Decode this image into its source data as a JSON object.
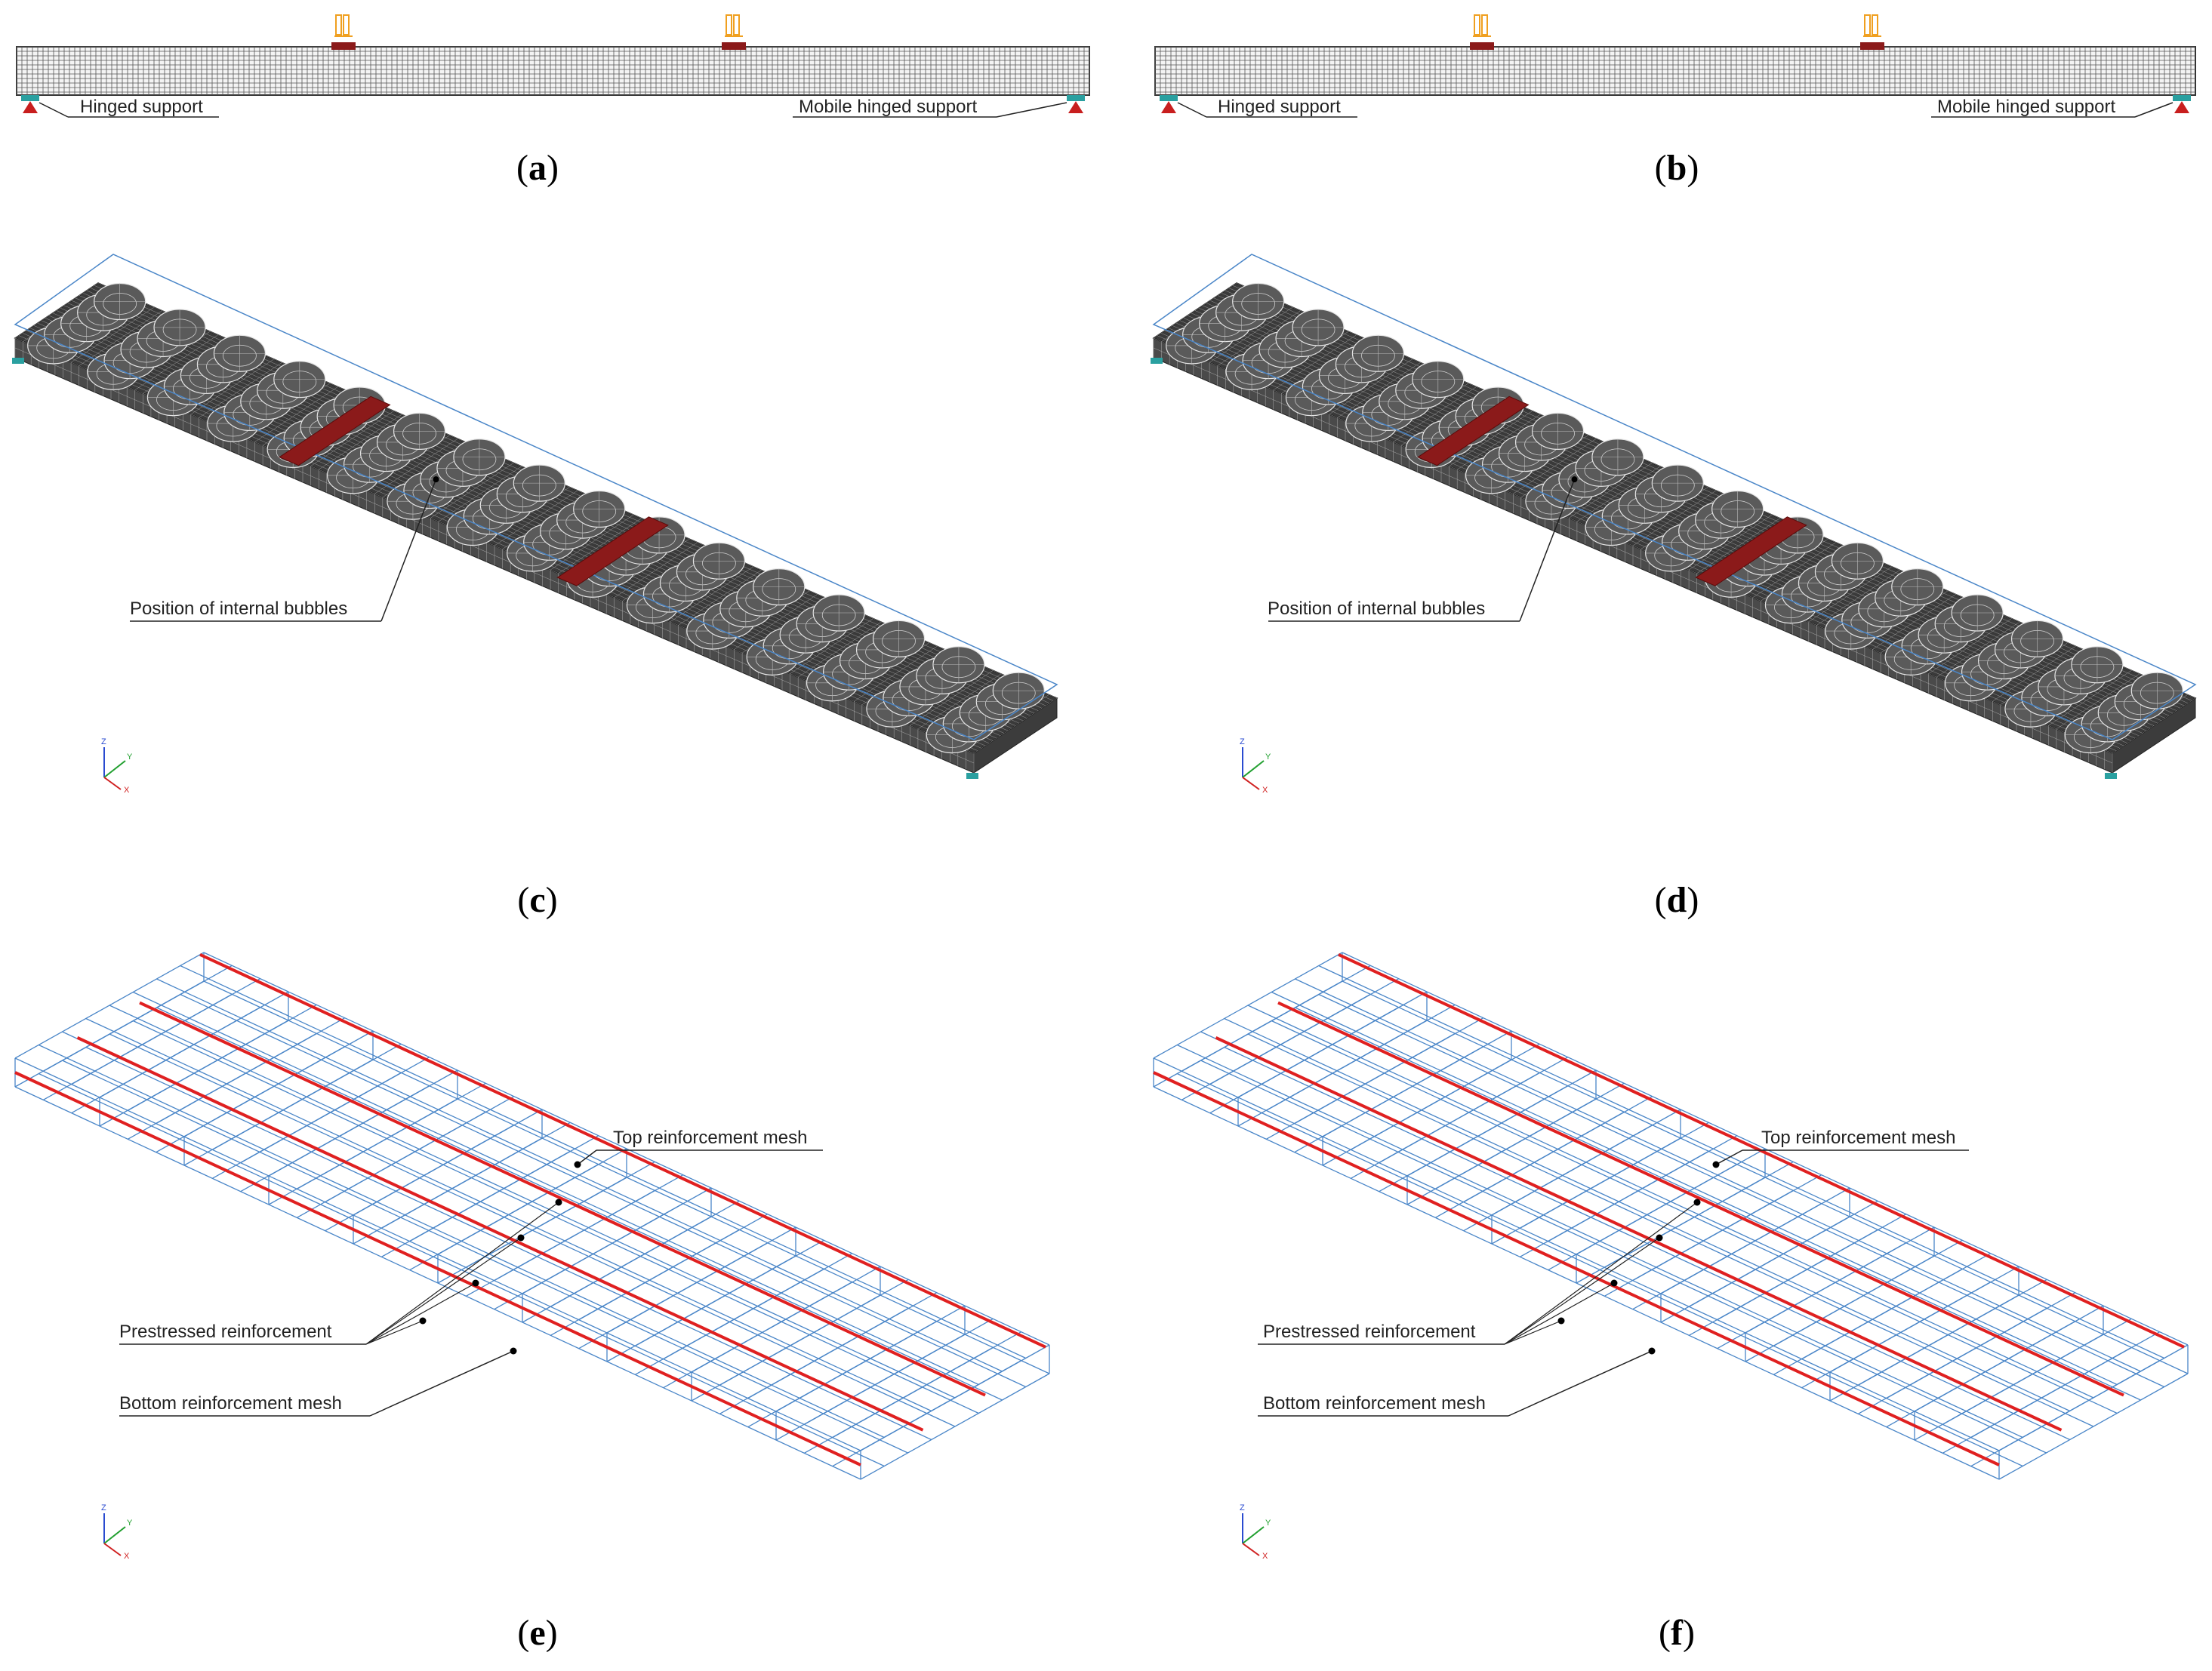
{
  "panels": [
    {
      "id": "a",
      "view": "elevation",
      "captionLetter": "a",
      "labels": {
        "left": "Hinged support",
        "right": "Mobile hinged support"
      }
    },
    {
      "id": "b",
      "view": "elevation",
      "captionLetter": "b",
      "labels": {
        "left": "Hinged support",
        "right": "Mobile hinged support"
      }
    },
    {
      "id": "c",
      "view": "solid",
      "captionLetter": "c",
      "labels": {
        "bubbles": "Position of internal bubbles"
      }
    },
    {
      "id": "d",
      "view": "solid",
      "captionLetter": "d",
      "labels": {
        "bubbles": "Position of internal bubbles"
      }
    },
    {
      "id": "e",
      "view": "rebar",
      "captionLetter": "e",
      "labels": {
        "top": "Top reinforcement mesh",
        "prestressed": "Prestressed reinforcement",
        "bottom": "Bottom reinforcement mesh"
      }
    },
    {
      "id": "f",
      "view": "rebar",
      "captionLetter": "f",
      "labels": {
        "top": "Top reinforcement mesh",
        "prestressed": "Prestressed reinforcement",
        "bottom": "Bottom reinforcement mesh"
      }
    }
  ],
  "axes": {
    "z": "Z",
    "y": "Y",
    "x": "X"
  },
  "colors": {
    "mesh": "#555555",
    "slab": "#3a3a3a",
    "rebarMesh": "#4a86c8",
    "prestress": "#e02020",
    "loadPlate": "#8b1a1a",
    "loadArrow": "#f0a020",
    "support": "#c81e1e",
    "supportTeal": "#2aa0a0"
  }
}
